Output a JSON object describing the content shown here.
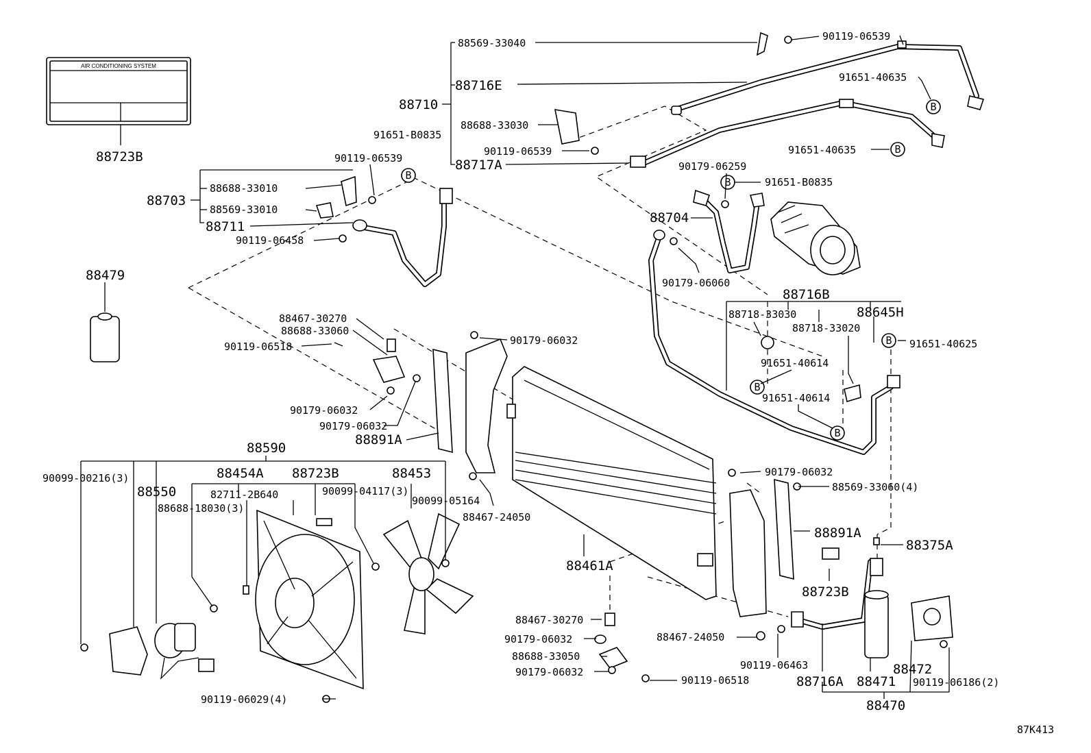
{
  "label_sticker": {
    "title": "AIR CONDITIONING SYSTEM"
  },
  "callouts": {
    "c88723B_top": "88723B",
    "c88479": "88479",
    "c88703": "88703",
    "c88688_33010": "88688-33010",
    "c88569_33010": "88569-33010",
    "c88711": "88711",
    "c90119_06458": "90119-06458",
    "c90119_06539_a": "90119-06539",
    "c91651_B0835_a": "91651-B0835",
    "c88710": "88710",
    "c88569_33040": "88569-33040",
    "c88716E": "88716E",
    "c88688_33030": "88688-33030",
    "c90119_06539_b": "90119-06539",
    "c88717A": "88717A",
    "c90119_06539_c": "90119-06539",
    "c91651_40635_a": "91651-40635",
    "c91651_40635_b": "91651-40635",
    "c90179_06259": "90179-06259",
    "c91651_B0835_b": "91651-B0835",
    "c88704": "88704",
    "c90179_06060": "90179-06060",
    "c88716B": "88716B",
    "c88718_33030": "88718-33030",
    "c88645H": "88645H",
    "c88718_33020": "88718-33020",
    "c91651_40625": "91651-40625",
    "c91651_40614_a": "91651-40614",
    "c91651_40614_b": "91651-40614",
    "c88467_30270_a": "88467-30270",
    "c88688_33060": "88688-33060",
    "c90119_06518_a": "90119-06518",
    "c90179_06032_a": "90179-06032",
    "c90179_06032_b": "90179-06032",
    "c90179_06032_c": "90179-06032",
    "c88891A_a": "88891A",
    "c88590": "88590",
    "c90099_00216": "90099-00216(3)",
    "c88550": "88550",
    "c88454A": "88454A",
    "c88723B_mid": "88723B",
    "c88453": "88453",
    "c82711_2B640": "82711-2B640",
    "c90099_04117": "90099-04117(3)",
    "c88688_18030": "88688-18030(3)",
    "c90099_05164": "90099-05164",
    "c88467_24050_a": "88467-24050",
    "c88461A": "88461A",
    "c90179_06032_d": "90179-06032",
    "c88569_33060": "88569-33060(4)",
    "c88891A_b": "88891A",
    "c88375A": "88375A",
    "c88723B_right": "88723B",
    "c88467_30270_b": "88467-30270",
    "c90179_06032_e": "90179-06032",
    "c88688_33050": "88688-33050",
    "c90179_06032_f": "90179-06032",
    "c90119_06518_b": "90119-06518",
    "c88467_24050_b": "88467-24050",
    "c90119_06463": "90119-06463",
    "c88716A": "88716A",
    "c88471": "88471",
    "c88472": "88472",
    "c90119_06186": "90119-06186(2)",
    "c88470": "88470",
    "c90119_06029": "90119-06029(4)"
  },
  "bolt_marker": "B",
  "figure_id": "87K413"
}
